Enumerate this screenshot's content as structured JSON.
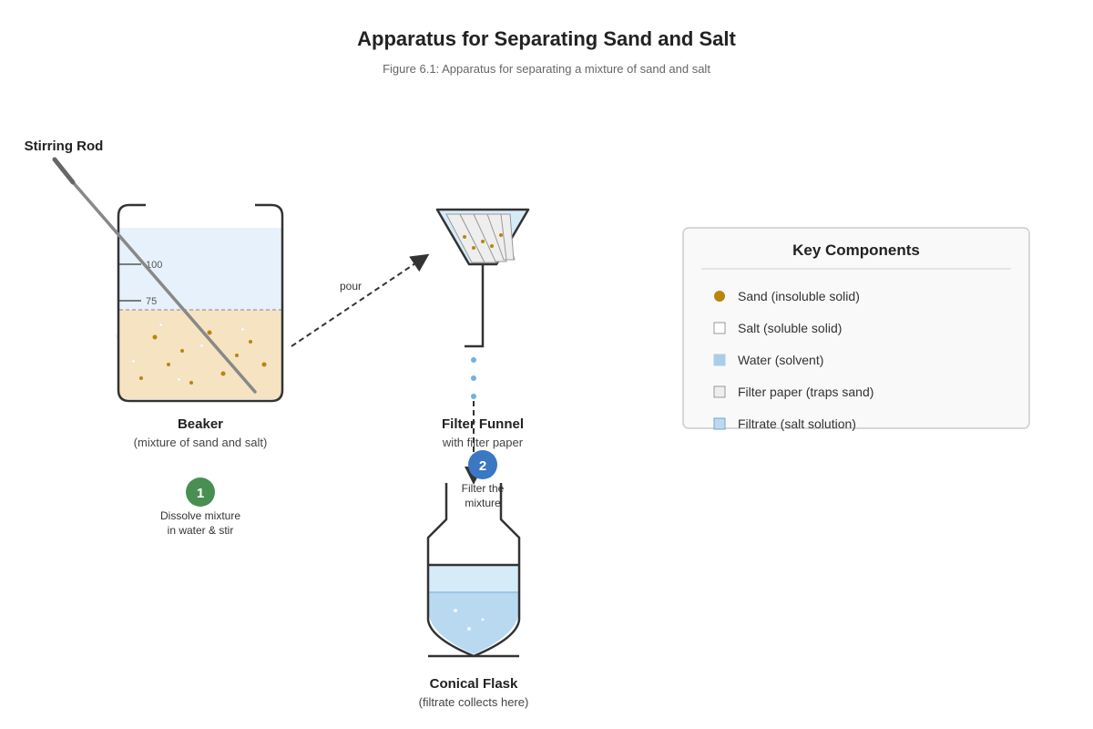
{
  "title": "Apparatus for Separating Sand and Salt",
  "caption": "Figure 6.1: Apparatus for separating a mixture of sand and salt",
  "stirring_rod_label": "Stirring Rod",
  "beaker": {
    "name": "Beaker",
    "description": "(mixture of sand and salt)",
    "marks": [
      "100",
      "75"
    ]
  },
  "pour_label": "pour",
  "funnel": {
    "name": "Filter Funnel",
    "description": "with filter paper"
  },
  "flask": {
    "name": "Conical Flask",
    "description": "(filtrate collects here)"
  },
  "steps": [
    {
      "number": "1",
      "line1": "Dissolve mixture",
      "line2": "in water & stir",
      "color": "#4a8f52"
    },
    {
      "number": "2",
      "line1": "Filter the",
      "line2": "mixture",
      "color": "#3a78c3"
    }
  ],
  "legend": {
    "title": "Key Components",
    "items": [
      {
        "label": "Sand (insoluble solid)",
        "icon": "sand-dot-icon",
        "color": "#b8860b"
      },
      {
        "label": "Salt (soluble solid)",
        "icon": "salt-square-icon",
        "color": "#ffffff"
      },
      {
        "label": "Water (solvent)",
        "icon": "water-square-icon",
        "color": "#a9cdea"
      },
      {
        "label": "Filter paper (traps sand)",
        "icon": "filter-paper-square-icon",
        "color": "#eeeeee"
      },
      {
        "label": "Filtrate (salt solution)",
        "icon": "filtrate-square-icon",
        "color": "#bcd9f0"
      }
    ]
  },
  "colors": {
    "water": "#e6f1fb",
    "mixture": "#f5e3c2",
    "sand": "#b8860b",
    "filtrate": "#b9d9f1",
    "outline": "#333333"
  }
}
